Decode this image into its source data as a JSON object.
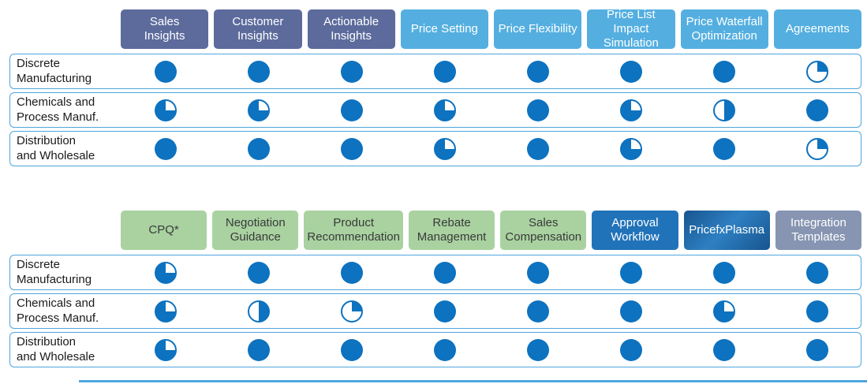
{
  "palette": {
    "ball": "#0D72BF",
    "row_border": "#4FA6DC",
    "navy": "#5C6B9C",
    "sky": "#54AFE0",
    "green": "#A9D2A0",
    "green_text": "#3A3A3A",
    "blue": "#2173B9",
    "plasma_light": "#2E80C2",
    "plasma_dark": "#17548F",
    "slate": "#8795B2"
  },
  "legend_note": "harvey-ball values are percent coverage: 100 = full, 75, 50, 25",
  "tables": [
    {
      "name": "pricing-capabilities",
      "columns": [
        {
          "label": "Sales\nInsights",
          "style": "navy"
        },
        {
          "label": "Customer\nInsights",
          "style": "navy"
        },
        {
          "label": "Actionable\nInsights",
          "style": "navy"
        },
        {
          "label": "Price Setting",
          "style": "sky"
        },
        {
          "label": "Price Flexibility",
          "style": "sky"
        },
        {
          "label": "Price List Impact\nSimulation",
          "style": "sky"
        },
        {
          "label": "Price Waterfall\nOptimization",
          "style": "sky"
        },
        {
          "label": "Agreements",
          "style": "sky"
        }
      ],
      "rows": [
        {
          "label": "Discrete\nManufacturing",
          "values": [
            100,
            100,
            100,
            100,
            100,
            100,
            100,
            25
          ]
        },
        {
          "label": "Chemicals and\nProcess Manuf.",
          "values": [
            75,
            75,
            100,
            75,
            100,
            75,
            50,
            100
          ]
        },
        {
          "label": "Distribution\nand Wholesale",
          "values": [
            100,
            100,
            100,
            75,
            100,
            75,
            100,
            25
          ]
        }
      ]
    },
    {
      "name": "sales-and-platform-capabilities",
      "columns": [
        {
          "label": "CPQ*",
          "style": "green"
        },
        {
          "label": "Negotiation\nGuidance",
          "style": "green"
        },
        {
          "label": "Product\nRecommendation",
          "style": "green"
        },
        {
          "label": "Rebate\nManagement",
          "style": "green"
        },
        {
          "label": "Sales\nCompensation",
          "style": "green"
        },
        {
          "label": "Approval\nWorkflow",
          "style": "blue"
        },
        {
          "label": "PricefxPlasma",
          "style": "plasma"
        },
        {
          "label": "Integration\nTemplates",
          "style": "slate"
        }
      ],
      "rows": [
        {
          "label": "Discrete\nManufacturing",
          "values": [
            75,
            100,
            100,
            100,
            100,
            100,
            100,
            100
          ]
        },
        {
          "label": "Chemicals and\nProcess Manuf.",
          "values": [
            75,
            50,
            25,
            100,
            100,
            100,
            75,
            100
          ]
        },
        {
          "label": "Distribution\nand Wholesale",
          "values": [
            75,
            100,
            100,
            100,
            100,
            100,
            100,
            100
          ]
        }
      ]
    }
  ]
}
